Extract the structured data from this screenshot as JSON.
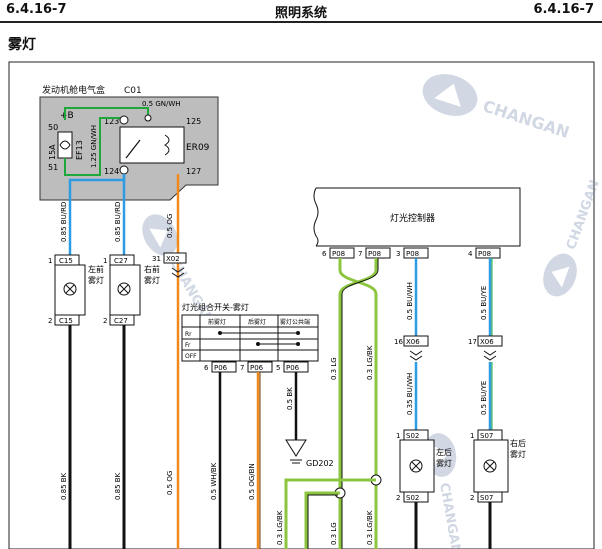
{
  "header": {
    "page_left": "6.4.16-7",
    "title": "照明系统",
    "page_right": "6.4.16-7"
  },
  "section_title": "雾灯",
  "engine_box": {
    "label": "发动机舱电气盒",
    "connector": "C01",
    "fuse_amp": "15A",
    "fuse_name": "EF13",
    "fuse_top_label": "+B",
    "pins": {
      "p50": "50",
      "p51": "51",
      "p123": "123",
      "p124": "124",
      "p125": "125",
      "p127": "127"
    },
    "relay": "ER09",
    "wire_top": "0.5 GN/WH",
    "wire_left": "1.25 GN/WH"
  },
  "front_left_lamp": {
    "conn": "C15",
    "pin1": "1",
    "pin2": "2",
    "label": "左前雾灯",
    "wire_top": "0.85 BU/RD",
    "wire_bottom": "0.85 BK"
  },
  "front_right_lamp": {
    "conn": "C27",
    "pin1": "1",
    "pin2": "2",
    "label": "右前雾灯",
    "wire_top": "0.85 BU/RD",
    "wire_bottom": "0.85 BK"
  },
  "x02": {
    "conn": "X02",
    "pin": "31",
    "wire_top": "0.5 OG",
    "wire_bottom": "0.5 OG"
  },
  "light_switch": {
    "title": "灯光组合开关-雾灯",
    "cols": [
      "前雾灯",
      "后雾灯",
      "雾灯公共端"
    ],
    "rows": [
      "Rr",
      "Fr",
      "OFF"
    ],
    "pins": [
      {
        "num": "6",
        "conn": "P06",
        "wire": "0.5 WH/BK"
      },
      {
        "num": "7",
        "conn": "P06",
        "wire": "0.5 OG/BN"
      },
      {
        "num": "5",
        "conn": "P06",
        "wire": "0.5 BK"
      }
    ],
    "ground": "GD202"
  },
  "light_controller": {
    "label": "灯光控制器",
    "pins": [
      {
        "num": "6",
        "conn": "P08"
      },
      {
        "num": "7",
        "conn": "P08"
      },
      {
        "num": "3",
        "conn": "P08"
      },
      {
        "num": "4",
        "conn": "P08"
      }
    ]
  },
  "wires": {
    "w6": "0.3 LG",
    "w7": "0.3 LG/BK",
    "w3_upper": "0.5 BU/WH",
    "w4_upper": "0.5 BU/YE",
    "w3_lower": "0.35 BU/WH",
    "w4_lower": "0.5 BU/YE",
    "bottom_a": "0.3 LG/BK",
    "bottom_b": "0.3 LG",
    "bottom_c": "0.3 LG/BK"
  },
  "x06": [
    {
      "pin": "16",
      "conn": "X06"
    },
    {
      "pin": "17",
      "conn": "X06"
    }
  ],
  "rear_left_lamp": {
    "conn": "S02",
    "pin1": "1",
    "pin2": "2",
    "label": "左后雾灯"
  },
  "rear_right_lamp": {
    "conn": "S07",
    "pin1": "1",
    "pin2": "2",
    "label": "右后雾灯"
  },
  "watermark": "CHANGAN",
  "colors": {
    "green": "#1fa83a",
    "blue": "#2f9be0",
    "orange": "#f08a1c",
    "lime": "#8cc63f",
    "black": "#111111",
    "brown": "#7a3b10",
    "gray_box": "#bdbdbd"
  }
}
